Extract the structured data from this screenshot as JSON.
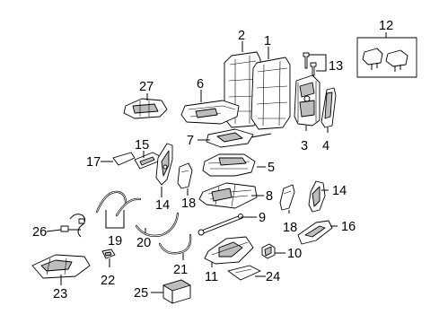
{
  "callouts": {
    "c1": "1",
    "c2": "2",
    "c3": "3",
    "c4": "4",
    "c5": "5",
    "c6": "6",
    "c7": "7",
    "c8": "8",
    "c9": "9",
    "c10": "10",
    "c11": "11",
    "c12": "12",
    "c13": "13",
    "c14a": "14",
    "c14b": "14",
    "c15": "15",
    "c16": "16",
    "c17": "17",
    "c18a": "18",
    "c18b": "18",
    "c19": "19",
    "c20": "20",
    "c21": "21",
    "c22": "22",
    "c23": "23",
    "c24": "24",
    "c25": "25",
    "c26": "26",
    "c27": "27"
  }
}
